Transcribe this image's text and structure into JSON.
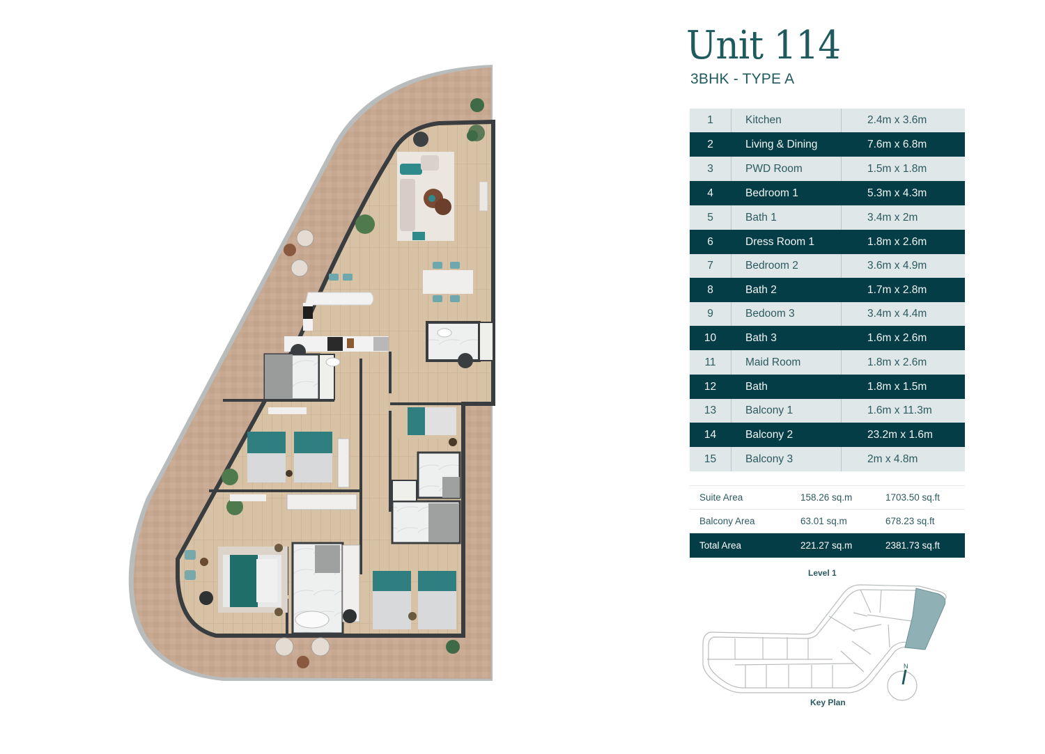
{
  "header": {
    "unit_title": "Unit 114",
    "unit_type": "3BHK - TYPE A"
  },
  "colors": {
    "brand_teal": "#1e5a5e",
    "row_dark": "#053d47",
    "row_light": "#dfe7e8",
    "balcony_tile": "#c9ab94",
    "floor_wood": "#d9c3a6",
    "wall": "#3a3d3f",
    "bed_teal": "#3b8a8c",
    "keyplan_highlight": "#8fb0b5"
  },
  "rooms": [
    {
      "num": "1",
      "name": "Kitchen",
      "size": "2.4m x 3.6m",
      "style": "light"
    },
    {
      "num": "2",
      "name": "Living & Dining",
      "size": "7.6m x 6.8m",
      "style": "dark"
    },
    {
      "num": "3",
      "name": "PWD Room",
      "size": "1.5m x 1.8m",
      "style": "light"
    },
    {
      "num": "4",
      "name": "Bedroom 1",
      "size": "5.3m x 4.3m",
      "style": "dark"
    },
    {
      "num": "5",
      "name": "Bath 1",
      "size": "3.4m x 2m",
      "style": "light"
    },
    {
      "num": "6",
      "name": "Dress Room 1",
      "size": "1.8m x 2.6m",
      "style": "dark"
    },
    {
      "num": "7",
      "name": "Bedroom 2",
      "size": "3.6m x 4.9m",
      "style": "light"
    },
    {
      "num": "8",
      "name": "Bath 2",
      "size": "1.7m x 2.8m",
      "style": "dark"
    },
    {
      "num": "9",
      "name": "Bedoom 3",
      "size": "3.4m x 4.4m",
      "style": "light"
    },
    {
      "num": "10",
      "name": "Bath 3",
      "size": "1.6m x 2.6m",
      "style": "dark"
    },
    {
      "num": "11",
      "name": "Maid Room",
      "size": "1.8m x 2.6m",
      "style": "light"
    },
    {
      "num": "12",
      "name": "Bath",
      "size": "1.8m x 1.5m",
      "style": "dark"
    },
    {
      "num": "13",
      "name": "Balcony 1",
      "size": "1.6m x 11.3m",
      "style": "light"
    },
    {
      "num": "14",
      "name": "Balcony 2",
      "size": "23.2m x 1.6m",
      "style": "dark"
    },
    {
      "num": "15",
      "name": "Balcony 3",
      "size": "2m x 4.8m",
      "style": "light"
    }
  ],
  "areas": {
    "suite": {
      "label": "Suite Area",
      "sqm": "158.26 sq.m",
      "sqft": "1703.50 sq.ft"
    },
    "balcony": {
      "label": "Balcony Area",
      "sqm": "63.01 sq.m",
      "sqft": "678.23 sq.ft"
    },
    "total": {
      "label": "Total Area",
      "sqm": "221.27 sq.m",
      "sqft": "2381.73 sq.ft"
    }
  },
  "key_plan": {
    "level_label": "Level 1",
    "caption": "Key Plan",
    "north_label": "N"
  }
}
